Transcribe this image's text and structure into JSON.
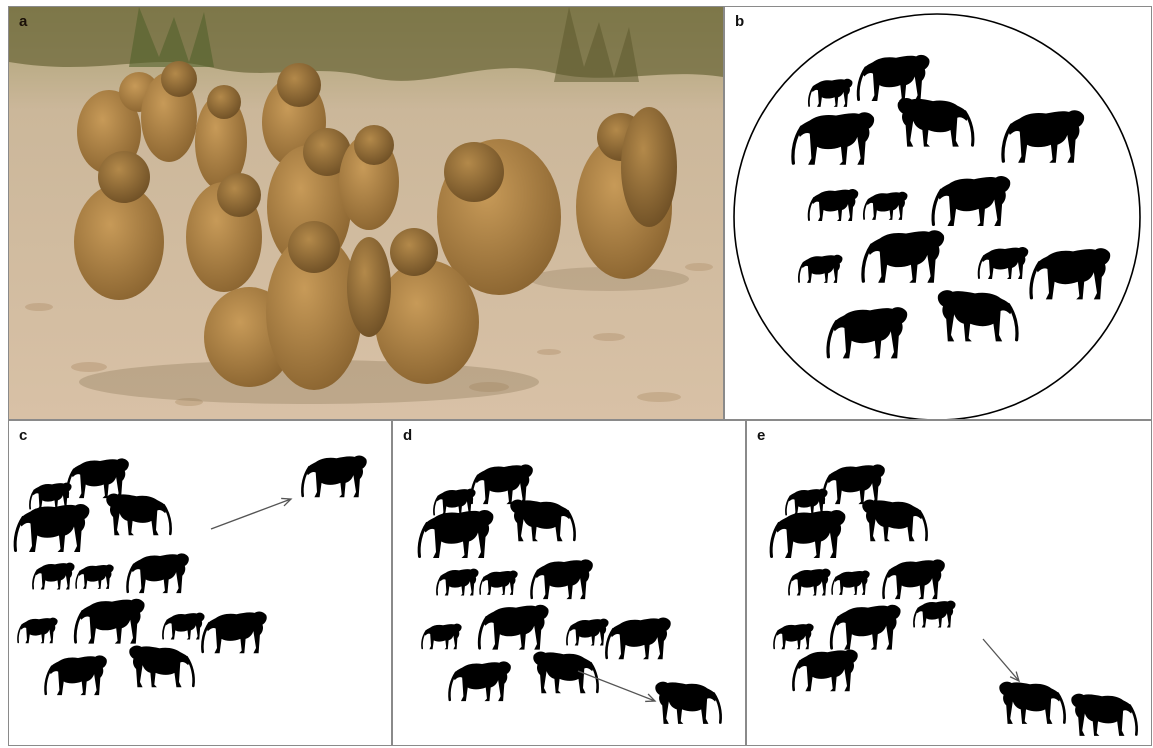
{
  "figure": {
    "panels": [
      {
        "id": "a",
        "label": "a",
        "kind": "photograph"
      },
      {
        "id": "b",
        "label": "b",
        "kind": "schematic-cohesive-group"
      },
      {
        "id": "c",
        "label": "c",
        "kind": "schematic-one-leaves"
      },
      {
        "id": "d",
        "label": "d",
        "kind": "schematic-one-leaves"
      },
      {
        "id": "e",
        "label": "e",
        "kind": "schematic-two-leave"
      }
    ]
  },
  "icons": {
    "individual": "baboon-silhouette-icon",
    "direction": "arrow-icon",
    "boundary": "group-boundary-circle"
  },
  "colors": {
    "silhouette": "#000000",
    "arrow": "#555555",
    "frame": "#8a8a8a",
    "photo_ground": "#cdb498",
    "photo_vegetation": "#6f6a3c",
    "baboon_fur": "#a57c3f"
  }
}
